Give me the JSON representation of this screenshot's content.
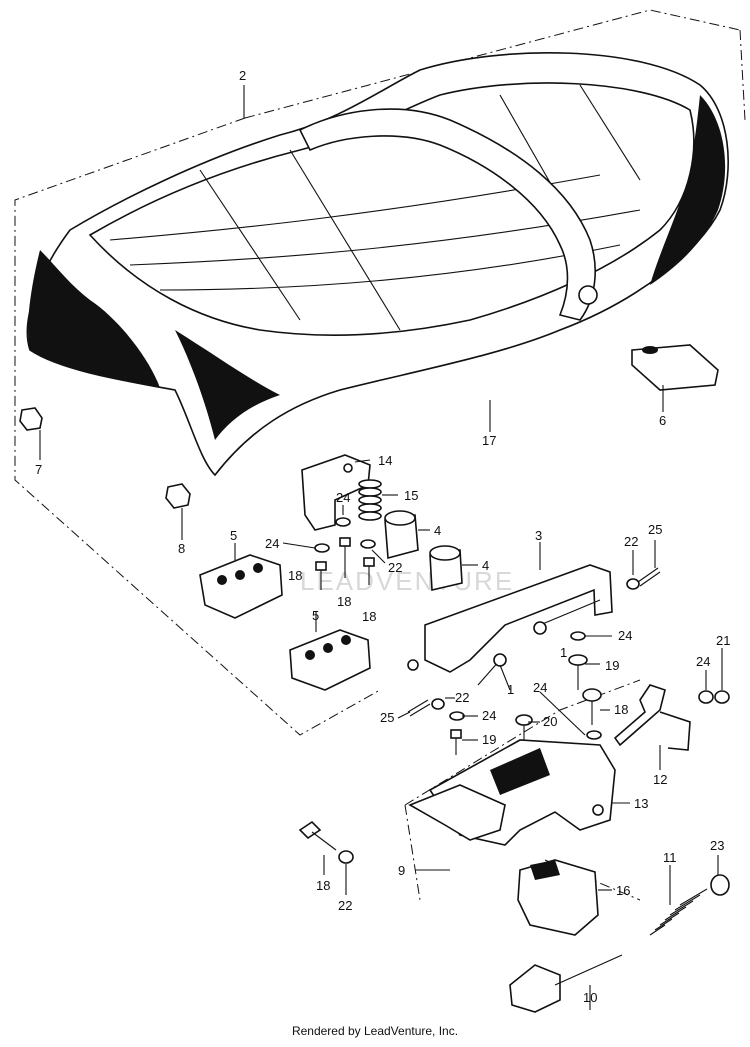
{
  "labels": {
    "l1a": "1",
    "l1b": "1",
    "l2": "2",
    "l3": "3",
    "l4a": "4",
    "l4b": "4",
    "l5a": "5",
    "l5b": "5",
    "l6": "6",
    "l7": "7",
    "l8": "8",
    "l9": "9",
    "l10": "10",
    "l11": "11",
    "l12": "12",
    "l13": "13",
    "l14": "14",
    "l15": "15",
    "l16": "16",
    "l17": "17",
    "l18a": "18",
    "l18b": "18",
    "l18c": "18",
    "l18d": "18",
    "l18e": "18",
    "l19a": "19",
    "l19b": "19",
    "l20": "20",
    "l21": "21",
    "l22a": "22",
    "l22b": "22",
    "l22c": "22",
    "l22d": "22",
    "l23": "23",
    "l24a": "24",
    "l24b": "24",
    "l24c": "24",
    "l24d": "24",
    "l24e": "24",
    "l24f": "24",
    "l25a": "25",
    "l25b": "25"
  },
  "watermark": "LEADVENTURE",
  "footer": "Rendered by LeadVenture, Inc."
}
